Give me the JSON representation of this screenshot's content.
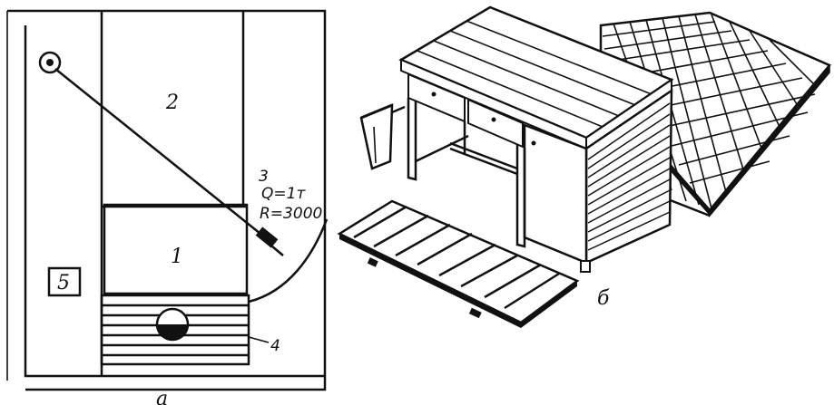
{
  "plan": {
    "zone_1": "1",
    "zone_2": "2",
    "crane_number": "3",
    "crane_capacity": "Q=1т",
    "crane_radius": "R=3000",
    "grating_number": "4",
    "box_number": "5",
    "caption": "а"
  },
  "perspective": {
    "caption": "б"
  }
}
